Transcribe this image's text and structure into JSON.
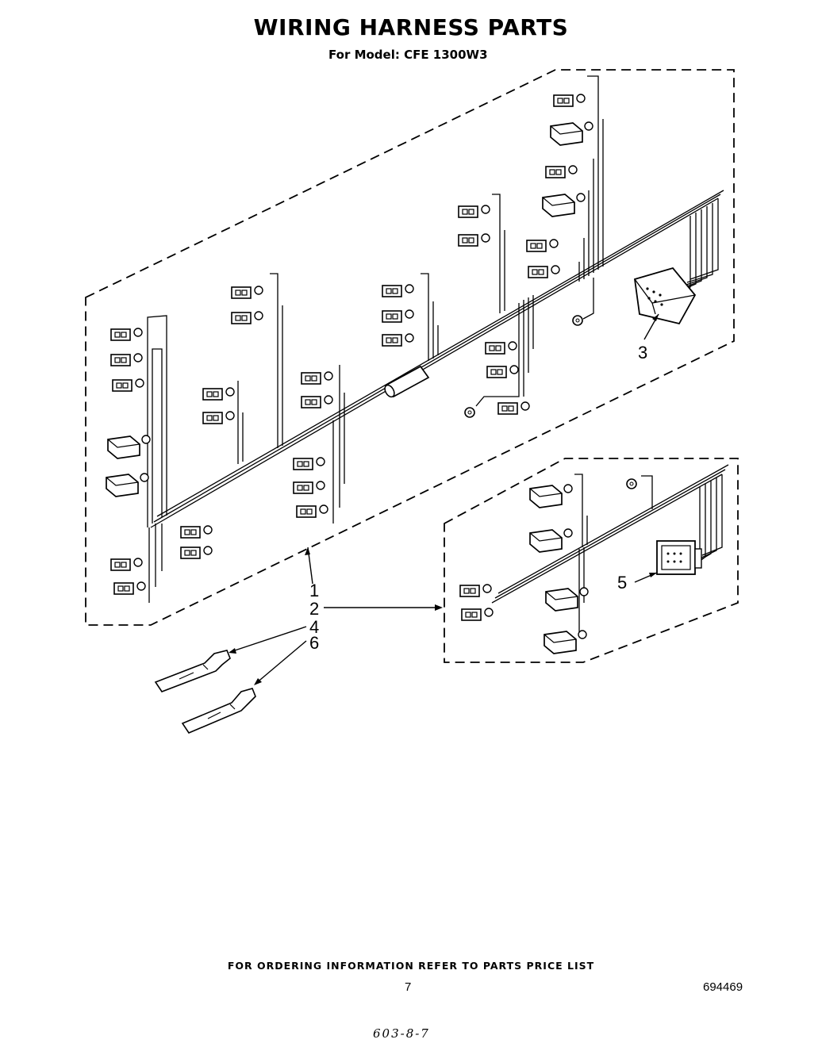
{
  "header": {
    "title": "WIRING HARNESS PARTS",
    "subtitle": "For Model: CFE 1300W3"
  },
  "callouts": {
    "c1": "1",
    "c2": "2",
    "c3": "3",
    "c4": "4",
    "c5": "5",
    "c6": "6"
  },
  "footer": {
    "ordering_note": "FOR ORDERING INFORMATION REFER TO PARTS PRICE LIST",
    "page_number": "7",
    "document_number": "694469",
    "handwritten_note": "603-8-7"
  }
}
